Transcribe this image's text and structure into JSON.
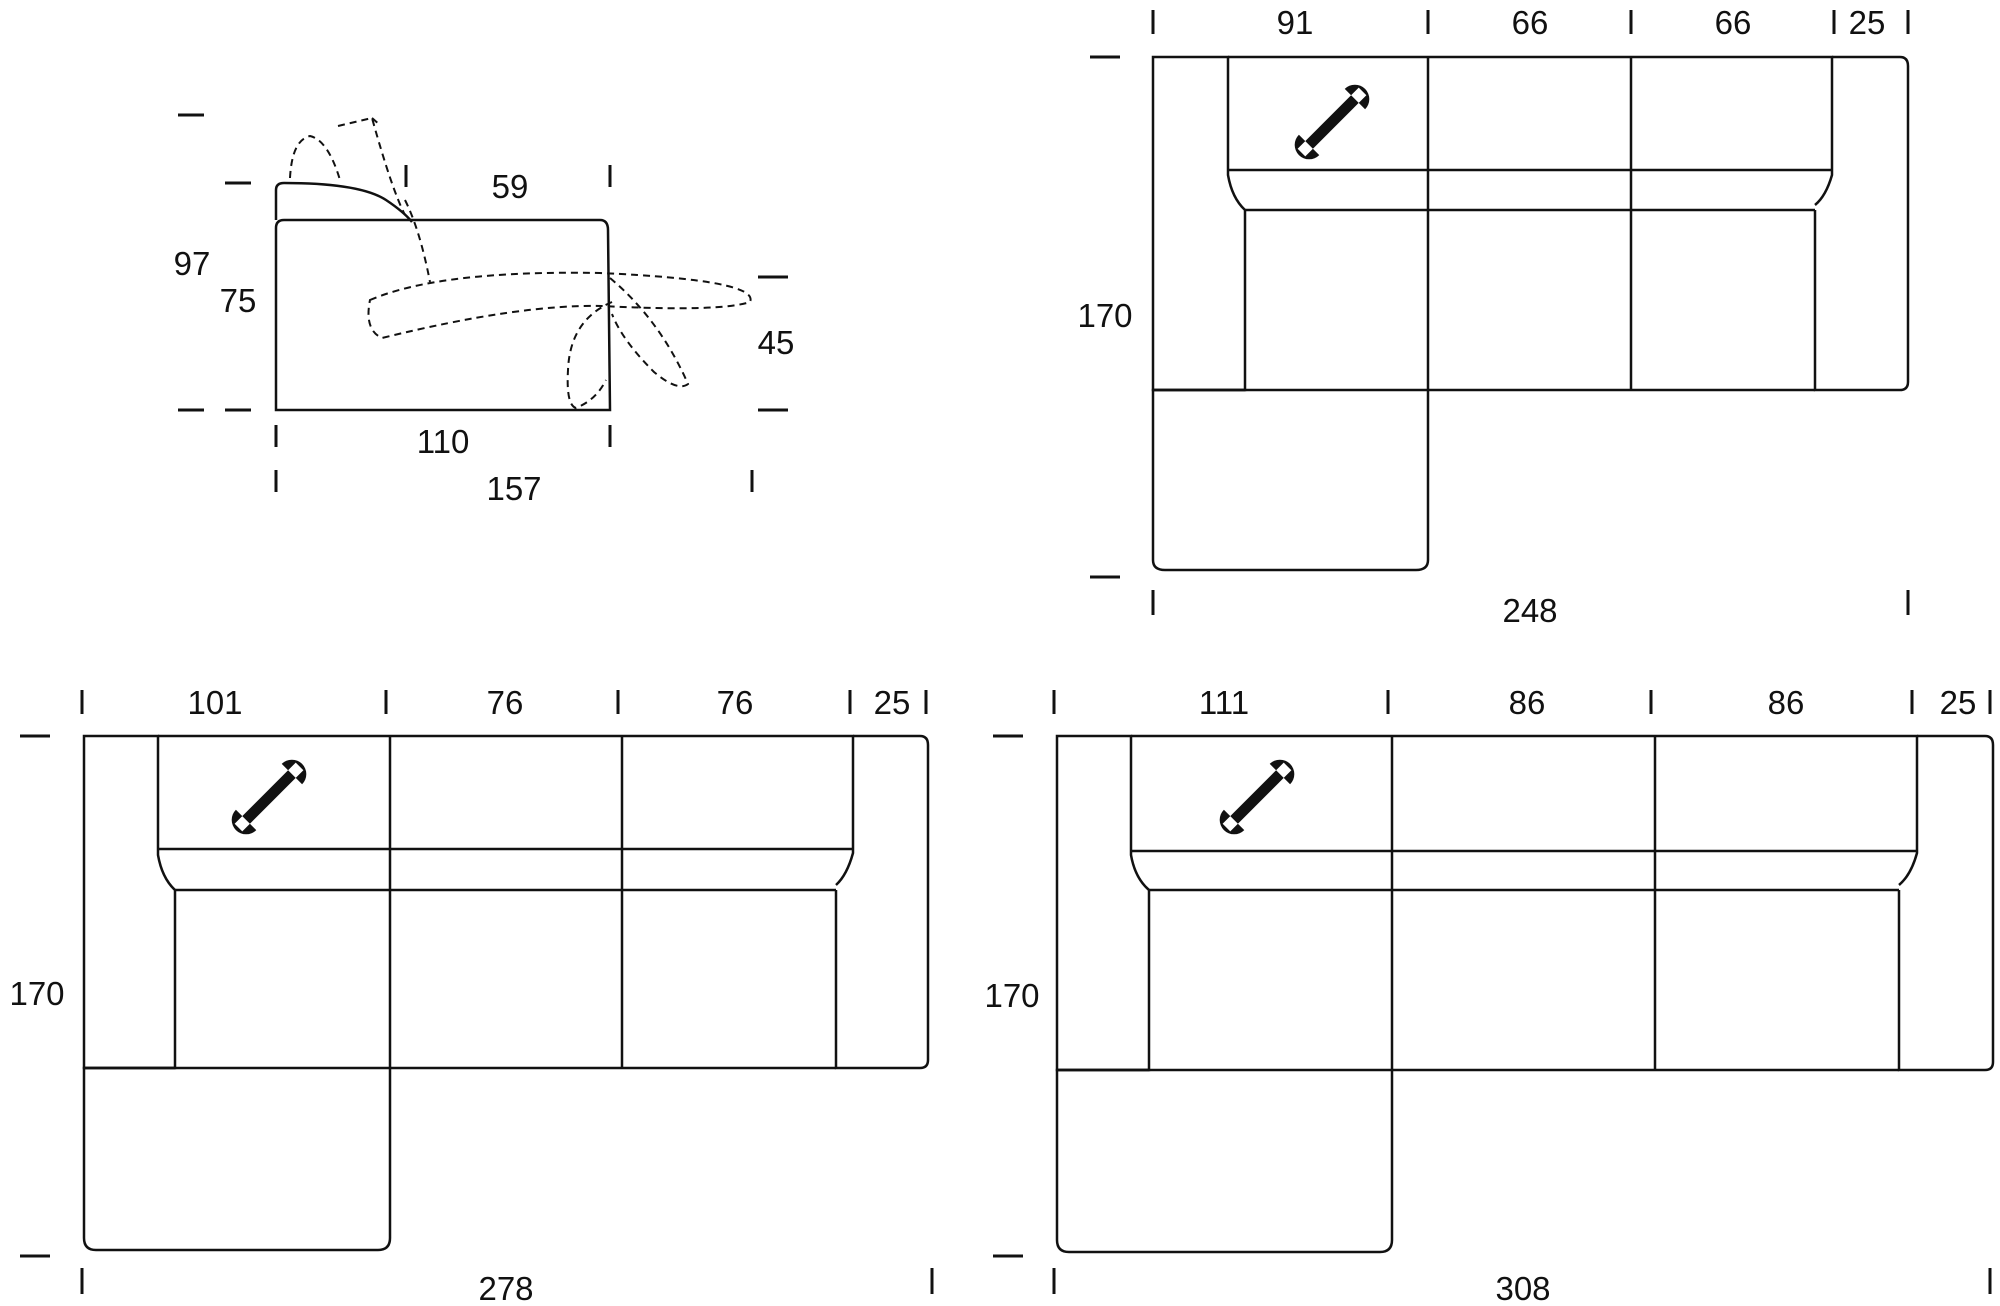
{
  "colors": {
    "line": "#111111",
    "background": "#ffffff"
  },
  "icons": {
    "service": "wrench-icon"
  },
  "side_view": {
    "total_height": "97",
    "seat_height": "75",
    "seat_depth_top": "59",
    "base_depth": "110",
    "extended_depth": "157",
    "footrest_height": "45"
  },
  "sofas": [
    {
      "id": "248",
      "modules": [
        "91",
        "66",
        "66",
        "25"
      ],
      "depth": "170",
      "total_width": "248"
    },
    {
      "id": "278",
      "modules": [
        "101",
        "76",
        "76",
        "25"
      ],
      "depth": "170",
      "total_width": "278"
    },
    {
      "id": "308",
      "modules": [
        "111",
        "86",
        "86",
        "25"
      ],
      "depth": "170",
      "total_width": "308"
    }
  ]
}
